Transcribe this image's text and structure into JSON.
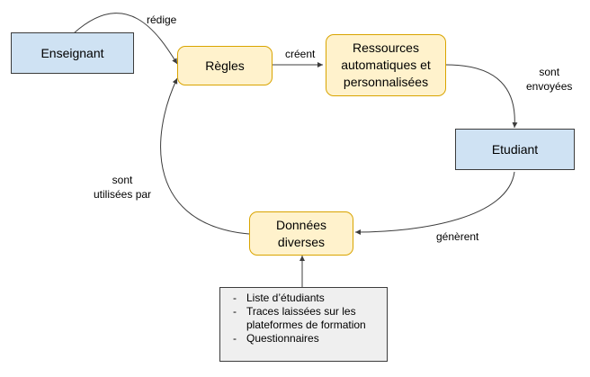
{
  "nodes": {
    "enseignant": "Enseignant",
    "regles": "Règles",
    "ressources": "Ressources\nautomatiques et\npersonnalisées",
    "etudiant": "Etudiant",
    "donnees": "Données\ndiverses"
  },
  "sources": [
    "Liste d’étudiants",
    "Traces laissées sur les plateformes de formation",
    "Questionnaires"
  ],
  "edges": {
    "redige": "rédige",
    "creent": "créent",
    "sont_envoyees": "sont\nenvoyées",
    "generent": "génèrent",
    "sont_utilisees_par": "sont\nutilisées par"
  },
  "colors": {
    "person_fill": "#cfe2f3",
    "process_fill": "#fff2cc",
    "process_border": "#d9a400",
    "source_fill": "#efefef",
    "line": "#3c3c3c"
  }
}
